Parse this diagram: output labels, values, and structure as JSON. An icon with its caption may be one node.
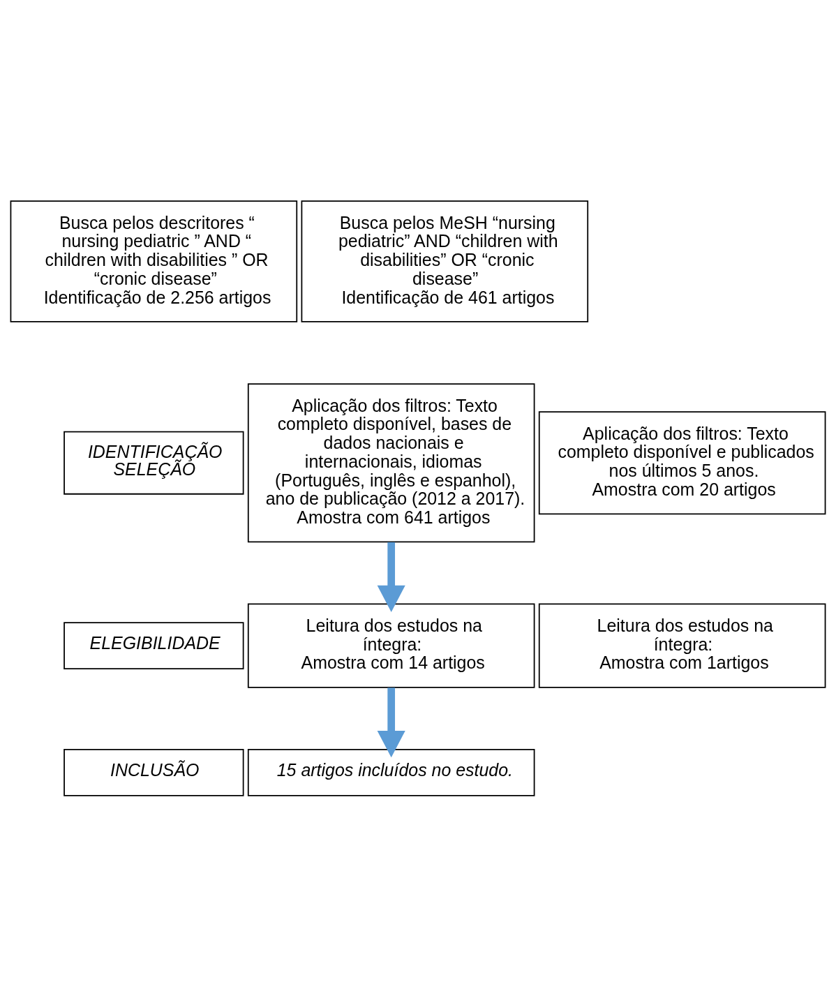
{
  "diagram": {
    "nodes": [
      {
        "text": [
          "Busca pelos descritores “ nursing pediatric ” AND “ children with disabilities ” OR “cronic disease”",
          "Identificação de 2.256 artigos"
        ]
      },
      {
        "text": [
          "Busca pelos MeSH “nursing pediatric” AND “children with disabilities” OR “cronic disease”",
          "Identificação de 461 artigos"
        ]
      },
      {
        "text": [
          "IDENTIFICAÇÃO",
          "SELEÇÃO"
        ]
      },
      {
        "text": [
          "Aplicação dos filtros: Texto completo disponível, bases de dados nacionais e internacionais, idiomas (Português, inglês e espanhol), ano de publicação (2012 a 2017).",
          "Amostra com 641 artigos"
        ]
      },
      {
        "text": [
          "Aplicação dos filtros: Texto completo disponível e publicados nos últimos 5 anos.",
          "Amostra com 20 artigos"
        ]
      },
      {
        "text": [
          "ELEGIBILIDADE"
        ]
      },
      {
        "text": [
          "Leitura dos estudos na íntegra:",
          "Amostra com 14 artigos"
        ]
      },
      {
        "text": [
          "Leitura dos estudos na íntegra:",
          "Amostra com 1artigos"
        ]
      },
      {
        "text": [
          "INCLUSÃO"
        ]
      },
      {
        "text": [
          "15 artigos incluídos no estudo."
        ]
      }
    ],
    "edges": [
      {
        "from": 3,
        "to": 6,
        "arrow": "to",
        "color": "#5b9bd5"
      },
      {
        "from": 6,
        "to": 9,
        "arrow": "to",
        "color": "#5b9bd5"
      }
    ]
  }
}
